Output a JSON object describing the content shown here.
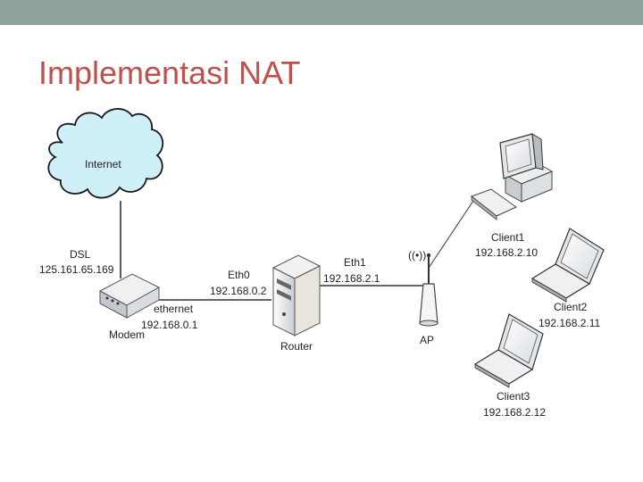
{
  "slide": {
    "title": "Implementasi NAT"
  },
  "diagram": {
    "internet": "Internet",
    "dsl": {
      "label": "DSL",
      "ip": "125.161.65.169"
    },
    "modem": {
      "label": "Modem",
      "port": "ethernet",
      "ip": "192.168.0.1"
    },
    "router": {
      "label": "Router",
      "eth0": "Eth0",
      "eth0_ip": "192.168.0.2",
      "eth1": "Eth1",
      "eth1_ip": "192.168.2.1"
    },
    "ap": {
      "label": "AP",
      "wifi_symbol": "((•))"
    },
    "client1": {
      "label": "Client1",
      "ip": "192.168.2.10"
    },
    "client2": {
      "label": "Client2",
      "ip": "192.168.2.11"
    },
    "client3": {
      "label": "Client3",
      "ip": "192.168.2.12"
    }
  },
  "colors": {
    "title": "#c0504d",
    "top_bar": "#8fa39a",
    "cloud_fill": "#cfeff9",
    "cloud_stroke": "#1a1a1a"
  },
  "icons": [
    "cloud-icon",
    "modem-icon",
    "server-icon",
    "access-point-icon",
    "desktop-computer-icon",
    "laptop-icon"
  ]
}
